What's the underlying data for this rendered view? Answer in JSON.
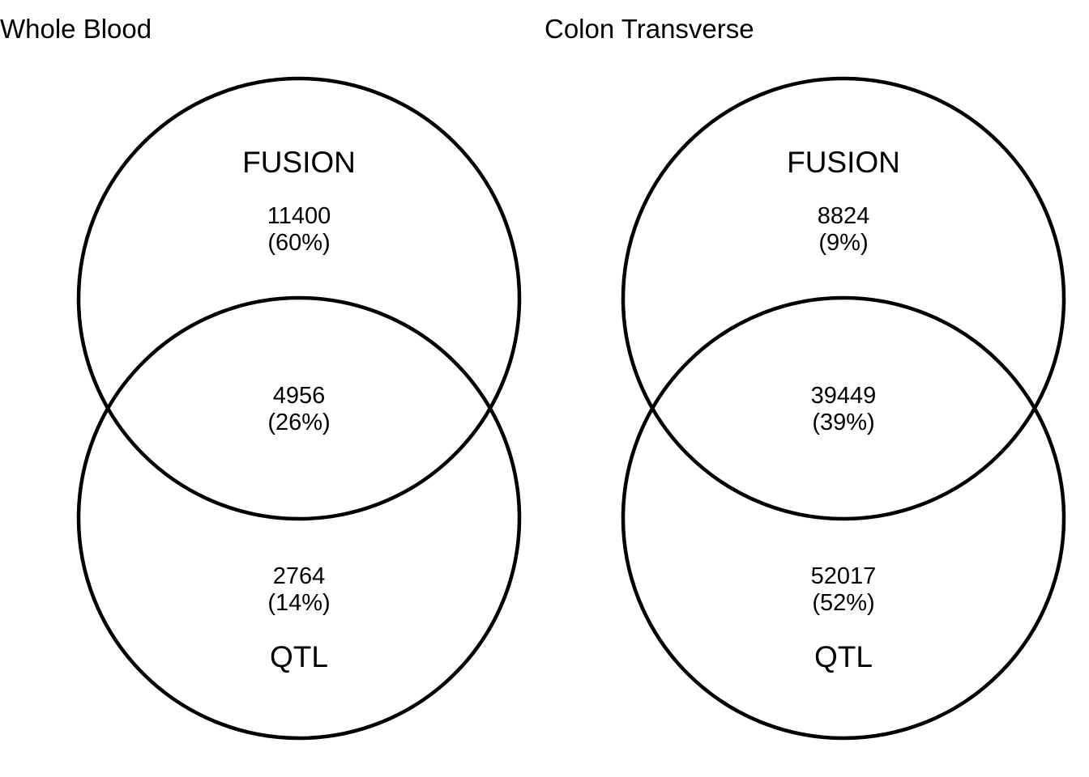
{
  "panels": [
    {
      "title": "Whole Blood",
      "set_a_label": "FUSION",
      "set_b_label": "QTL",
      "only_a": {
        "count": "11400",
        "percent": "(60%)"
      },
      "both": {
        "count": "4956",
        "percent": "(26%)"
      },
      "only_b": {
        "count": "2764",
        "percent": "(14%)"
      }
    },
    {
      "title": "Colon Transverse",
      "set_a_label": "FUSION",
      "set_b_label": "QTL",
      "only_a": {
        "count": "8824",
        "percent": "(9%)"
      },
      "both": {
        "count": "39449",
        "percent": "(39%)"
      },
      "only_b": {
        "count": "52017",
        "percent": "(52%)"
      }
    }
  ],
  "colors": {
    "stroke": "#000000",
    "background": "#ffffff"
  }
}
